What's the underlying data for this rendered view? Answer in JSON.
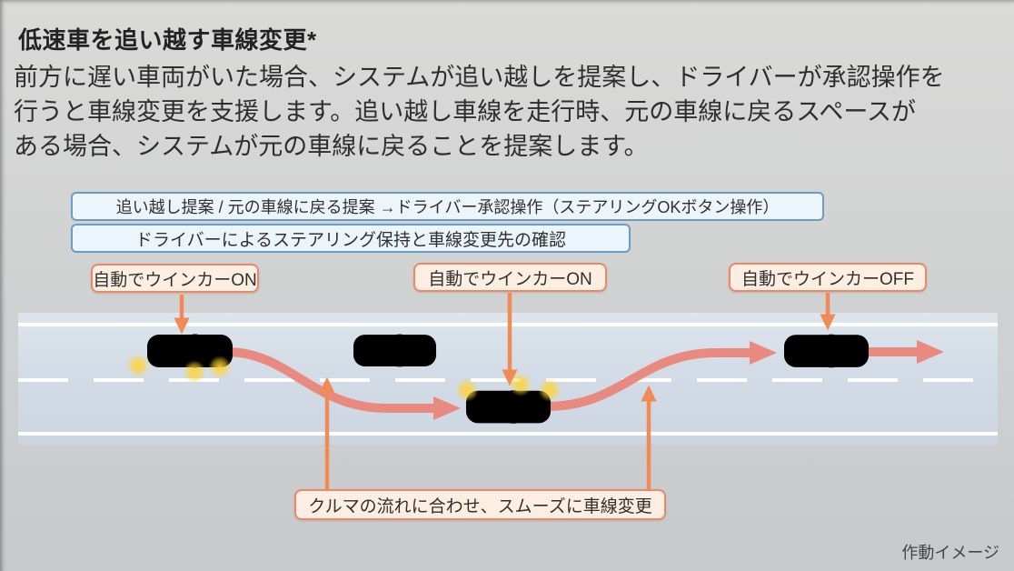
{
  "page": {
    "title": "低速車を追い越す車線変更*",
    "description_lines": [
      "前方に遅い車両がいた場合、システムが追い越しを提案し、ドライバーが承認操作を",
      "行うと車線変更を支援します。追い越し車線を走行時、元の車線に戻るスペースが",
      "ある場合、システムが元の車線に戻ることを提案します。"
    ],
    "footnote": "作動イメージ"
  },
  "callouts": {
    "blue": [
      {
        "label": "追い越し提案 / 元の車線に戻る提案 →ドライバー承認操作（ステアリングOKボタン操作）"
      },
      {
        "label": "ドライバーによるステアリング保持と車線変更先の確認"
      }
    ],
    "orange": [
      {
        "label": "自動でウインカーON"
      },
      {
        "label": "自動でウインカーON"
      },
      {
        "label": "自動でウインカーOFF"
      },
      {
        "label": "クルマの流れに合わせ、スムーズに車線変更"
      }
    ]
  },
  "diagram": {
    "vehicles": [
      {
        "name": "ego-car-start",
        "style": "dark-sedan",
        "turn_signal": "right-side-on"
      },
      {
        "name": "slow-vehicle",
        "style": "light-sedan",
        "turn_signal": "off"
      },
      {
        "name": "ego-car-overtaking",
        "style": "dark-sedan",
        "turn_signal": "left-side-on"
      },
      {
        "name": "ego-car-end",
        "style": "dark-sedan",
        "turn_signal": "off"
      }
    ],
    "road": {
      "lanes": 2,
      "center_marking": "dashed-white",
      "edge_marking": "solid-white"
    }
  },
  "colors": {
    "background_top": "#dadad9",
    "background_bottom": "#c7cacd",
    "road_surface": "#d3dce6",
    "lane_marking": "#ffffff",
    "path_arrow": "#e98a80",
    "annotation_arrow": "#f08a56",
    "blue_box_border": "#6d9bc7",
    "blue_box_fill": "#ecf4fc",
    "orange_box_border": "#e9896c",
    "orange_box_fill": "#fdeee2",
    "turn_signal_glow": "#ffd432",
    "text": "#2a2a2a"
  }
}
